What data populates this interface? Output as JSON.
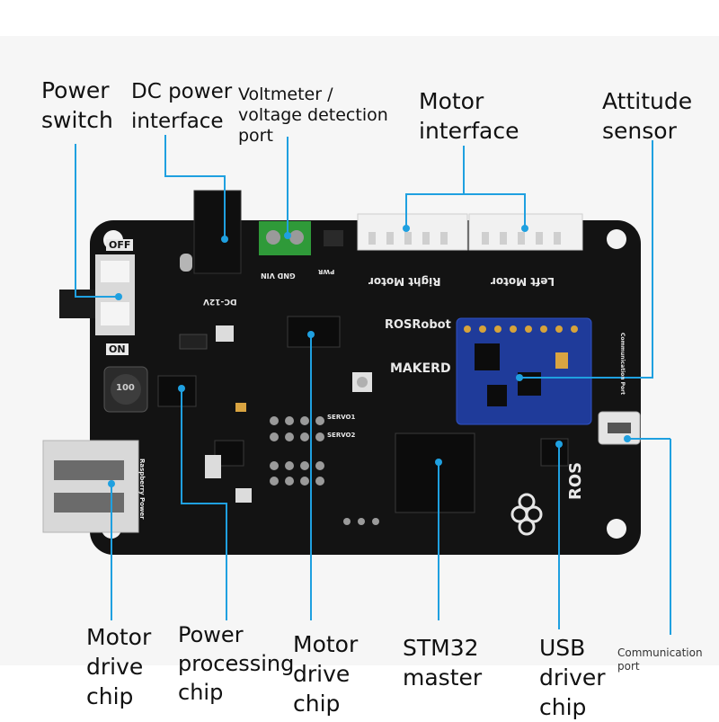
{
  "accent_color": "#1fa0e0",
  "board_color": "#131313",
  "callouts": {
    "power_switch": "Power\nswitch",
    "dc_power_interface": "DC power\ninterface",
    "voltmeter_port": "Voltmeter /\nvoltage detection\nport",
    "motor_interface": "Motor\ninterface",
    "attitude_sensor": "Attitude\nsensor",
    "motor_drive_chip_left": "Motor\ndrive\nchip",
    "power_processing_chip": "Power\nprocessing\nchip",
    "motor_drive_chip_center": "Motor\ndrive\nchip",
    "stm32_master": "STM32\nmaster",
    "usb_driver_chip": "USB\ndriver\nchip",
    "communication_port": "Communication\nport"
  },
  "board_silkscreen": {
    "off": "OFF",
    "on": "ON",
    "dc_12v": "DC-12V",
    "vin_gnd": "GND  VIN",
    "pwr": "PWR",
    "right_motor": "Right Motor",
    "left_motor": "Left Motor",
    "brand_rosrobot": "ROSRobot",
    "brand_makerd": "MAKERD",
    "servo1": "SERVO1",
    "servo2": "SERVO2",
    "ros": "ROS",
    "raspberry_power": "Raspberry Power",
    "communication_port": "Communication Port",
    "inductor": "100"
  }
}
